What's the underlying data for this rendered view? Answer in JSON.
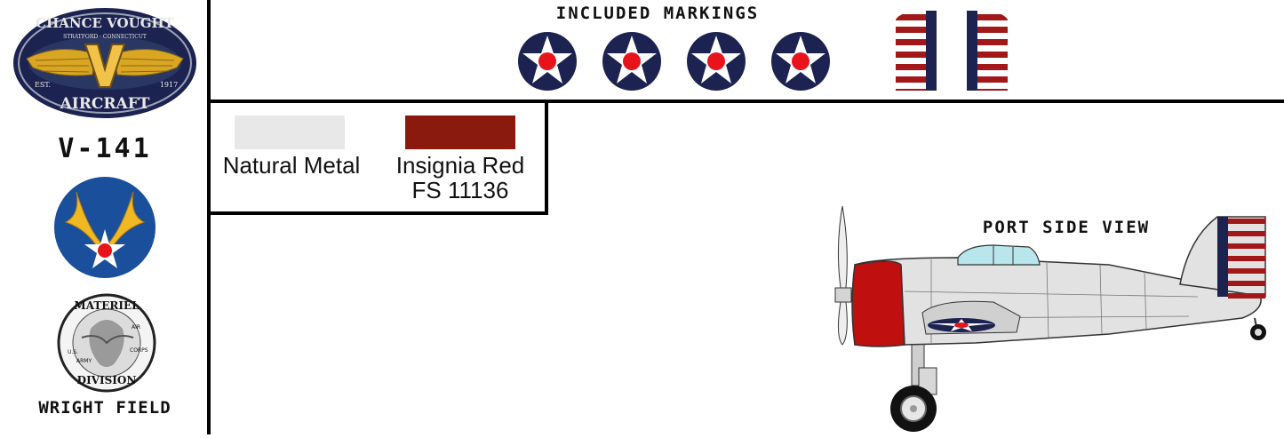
{
  "logos": {
    "chance_vought": {
      "top": "CHANCE VOUGHT",
      "sub": "STRATFORD · CONNECTICUT",
      "est": "EST.",
      "year": "1917",
      "bottom": "AIRCRAFT",
      "letter": "V"
    },
    "materiel": {
      "top": "MATERIEL",
      "bottom": "DIVISION",
      "left": "U.S.",
      "army": "ARMY",
      "air": "AIR",
      "corps": "CORPS"
    }
  },
  "sidebar": {
    "model": "V-141",
    "footer": "WRIGHT FIELD"
  },
  "markings": {
    "title": "INCLUDED MARKINGS",
    "roundel_count": 4
  },
  "colors": {
    "natural_metal": "#e8e8e8",
    "insignia_red": "#8b1a0e",
    "insignia_blue": "#1c2350",
    "roundel_red": "#e8141c",
    "usaac_blue": "#1a4f9c",
    "usaac_gold": "#f0b823",
    "stripe_red": "#a21818"
  },
  "swatches": [
    {
      "name": "Natural Metal",
      "code": ""
    },
    {
      "name": "Insignia Red",
      "code": "FS 11136"
    }
  ],
  "views": {
    "port_side": "PORT SIDE VIEW"
  }
}
